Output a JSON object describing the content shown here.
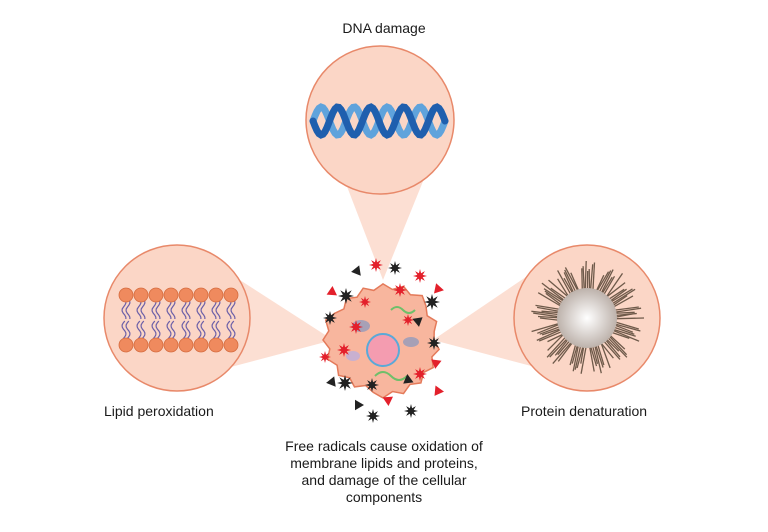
{
  "labels": {
    "dna": "DNA damage",
    "lipid": "Lipid peroxidation",
    "protein": "Protein denaturation"
  },
  "caption": {
    "lines": [
      "Free radicals cause oxidation of",
      "membrane lipids and proteins,",
      "and damage of the cellular",
      "components"
    ]
  },
  "colors": {
    "circle_fill": "#fbd6c6",
    "circle_stroke": "#e8896a",
    "beam": "#fbd9cb",
    "cell": "#f8b69e",
    "radical_black": "#222222",
    "radical_red": "#e3202b",
    "dna_dark": "#1f5fae",
    "dna_light": "#5fa3dc",
    "lipid_head": "#ef8a5e",
    "lipid_tail": "#6b5fa8",
    "protein_core": "#e9e4e1",
    "protein_spike": "#6e5a4a"
  }
}
